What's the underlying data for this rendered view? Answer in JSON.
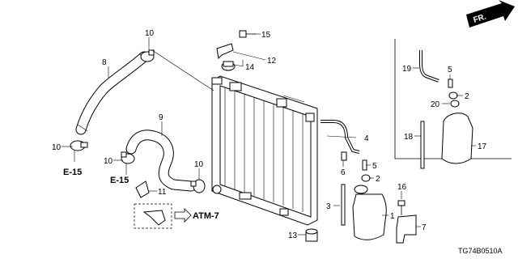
{
  "direction_marker": {
    "label": "FR."
  },
  "callouts": {
    "c1": "1",
    "c2a": "2",
    "c2b": "2",
    "c3": "3",
    "c4": "4",
    "c5a": "5",
    "c5b": "5",
    "c6": "6",
    "c7": "7",
    "c8": "8",
    "c9": "9",
    "c10a": "10",
    "c10b": "10",
    "c10c": "10",
    "c10d": "10",
    "c11": "11",
    "c12": "12",
    "c13": "13",
    "c14": "14",
    "c15": "15",
    "c16": "16",
    "c17": "17",
    "c18": "18",
    "c19": "19",
    "c20": "20"
  },
  "references": {
    "e15_a": "E-15",
    "e15_b": "E-15",
    "atm7": "ATM-7"
  },
  "diagram_code": "TG74B0510A"
}
